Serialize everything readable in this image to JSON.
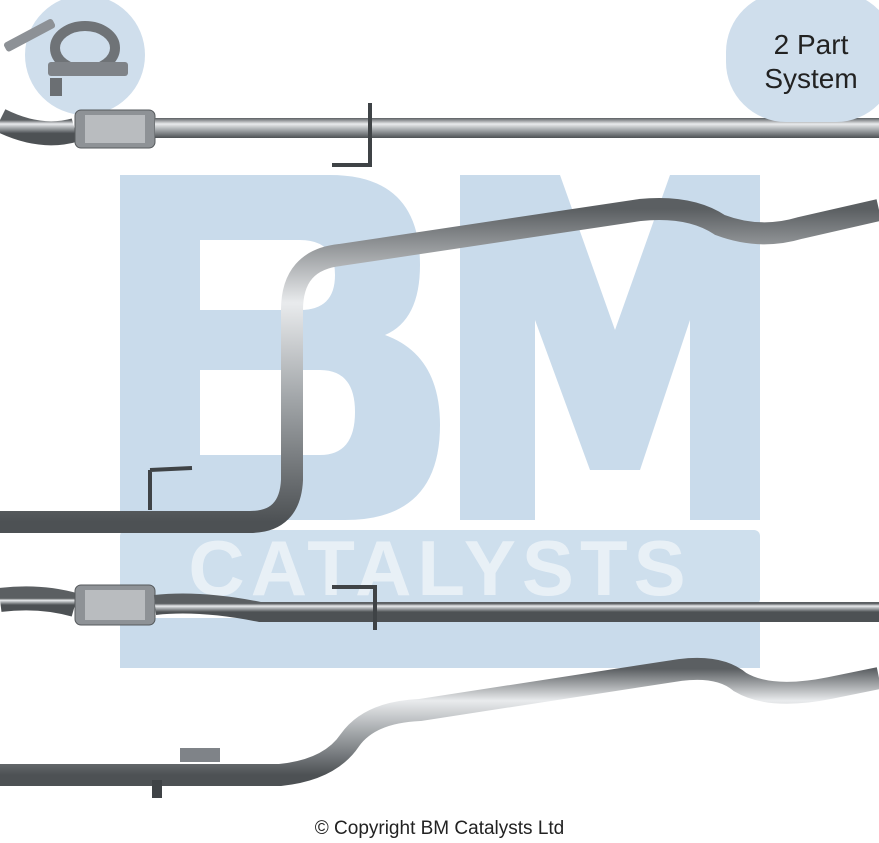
{
  "badge": {
    "line1": "2 Part",
    "line2": "System"
  },
  "watermark": {
    "brand": "BM",
    "subtitle": "CATALYSTS",
    "color": "#c9dbeb"
  },
  "copyright": "© Copyright BM Catalysts Ltd",
  "icons": [
    "exhaust-clamp-icon"
  ],
  "colors": {
    "pipe": "#9a9ea2",
    "pipe_highlight": "#e6e8ea",
    "pipe_shadow": "#55595c",
    "badge_bg": "#cfdeec"
  }
}
